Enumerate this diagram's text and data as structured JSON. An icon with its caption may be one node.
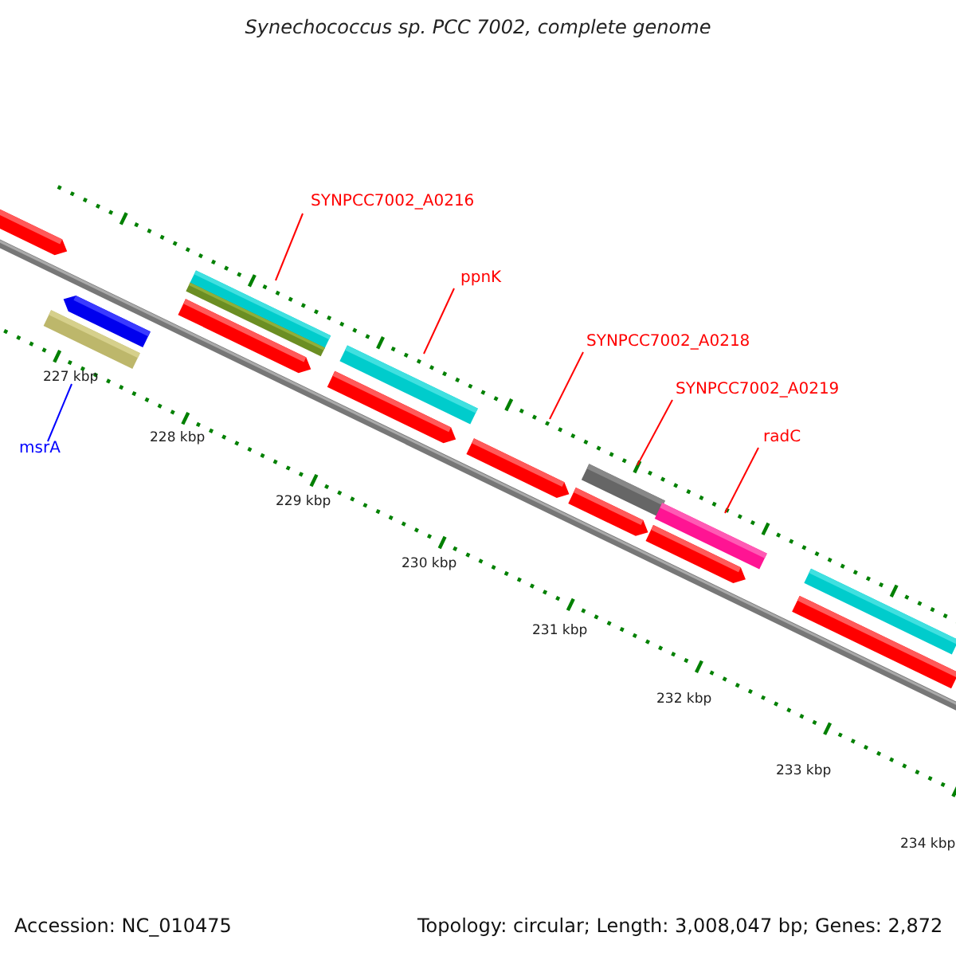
{
  "diagram": {
    "title": "Synechococcus sp. PCC 7002, complete genome",
    "nodes": [
      {
        "text": [
          "SYNPCC7002_A0216"
        ]
      },
      {
        "text": [
          "ppnK"
        ]
      },
      {
        "text": [
          "SYNPCC7002_A0218"
        ]
      },
      {
        "text": [
          "SYNPCC7002_A0219"
        ]
      },
      {
        "text": [
          "radC"
        ]
      },
      {
        "text": [
          "msrA"
        ]
      },
      {
        "text": [],
        "shape": "arrow"
      },
      {
        "text": [],
        "shape": "arrow"
      },
      {
        "text": [],
        "shape": "bar"
      },
      {
        "text": [],
        "shape": "bar"
      },
      {
        "text": [],
        "shape": "bar"
      },
      {
        "text": [],
        "shape": "arrow"
      },
      {
        "text": [],
        "shape": "bar"
      },
      {
        "text": [],
        "shape": "arrow"
      },
      {
        "text": [],
        "shape": "arrow"
      },
      {
        "text": [],
        "shape": "bar"
      },
      {
        "text": [],
        "shape": "arrow"
      },
      {
        "text": [],
        "shape": "bar"
      },
      {
        "text": [],
        "shape": "arrow"
      },
      {
        "text": [],
        "shape": "bar"
      },
      {
        "text": [],
        "shape": "bar"
      }
    ],
    "edges": [
      {
        "from": 0,
        "to": 9,
        "arrow": "none"
      },
      {
        "from": 1,
        "to": 12,
        "arrow": "none"
      },
      {
        "from": 2,
        "to": 14,
        "arrow": "none"
      },
      {
        "from": 3,
        "to": 15,
        "arrow": "none"
      },
      {
        "from": 4,
        "to": 17,
        "arrow": "none"
      },
      {
        "from": 5,
        "to": 8,
        "arrow": "none",
        "color": "#0000ff"
      }
    ],
    "labels": [
      "227 kbp",
      "228 kbp",
      "229 kbp",
      "230 kbp",
      "231 kbp",
      "232 kbp",
      "233 kbp",
      "234 kbp",
      "Accession: NC_010475",
      "Topology: circular; Length: 3,008,047 bp; Genes: 2,872"
    ]
  }
}
